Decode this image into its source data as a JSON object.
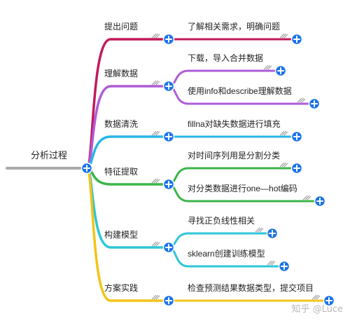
{
  "root": {
    "label": "分析过程"
  },
  "branches": [
    {
      "label": "提出问题",
      "color": "#c2185b",
      "children": [
        "了解相关需求，明确问题"
      ]
    },
    {
      "label": "理解数据",
      "color": "#b05cd8",
      "children": [
        "下载，导入合并数据",
        "使用info和describe理解数据"
      ]
    },
    {
      "label": "数据清洗",
      "color": "#29b6e8",
      "children": [
        "fillna对缺失数据进行填充"
      ]
    },
    {
      "label": "特征提取",
      "color": "#3cb54a",
      "children": [
        "对时间序列用是分割分类",
        "对分类数据进行one—hot编码"
      ]
    },
    {
      "label": "构建模型",
      "color": "#2ec6d8",
      "children": [
        "寻找正负线性相关",
        "sklearn创建训练模型"
      ]
    },
    {
      "label": "方案实践",
      "color": "#f2c417",
      "children": [
        "检查预测结果数据类型，提交项目"
      ]
    }
  ],
  "colors": {
    "root_line": "#aaaaaa",
    "expand_button": "#1a73e8"
  },
  "icons": {
    "expand": "plus-circle-icon",
    "note": "note-icon"
  },
  "watermark": "知乎 @Luce"
}
